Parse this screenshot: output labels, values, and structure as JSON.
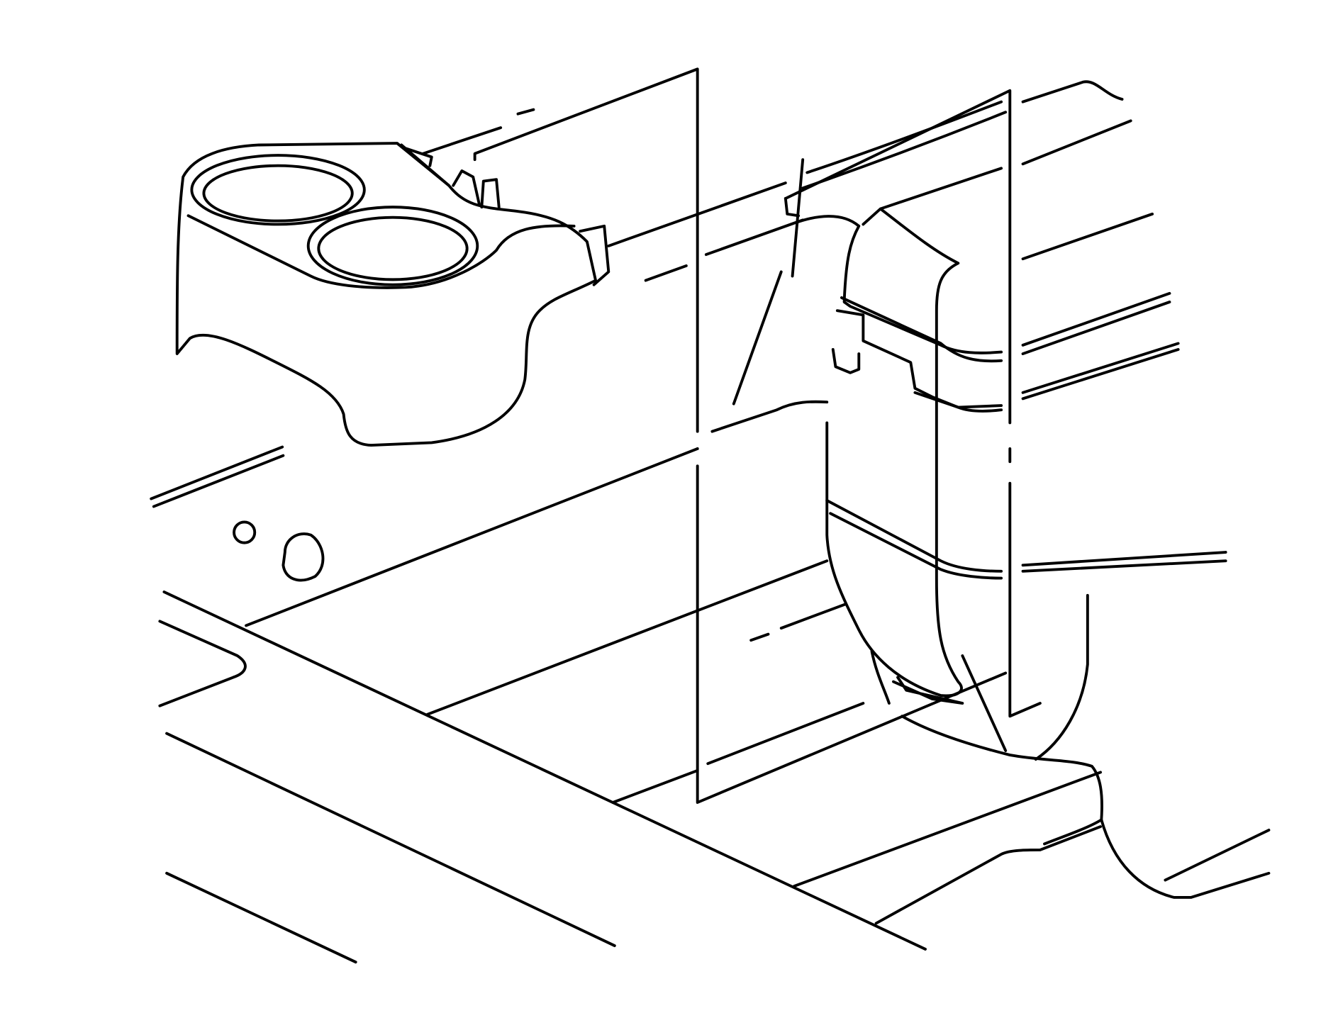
{
  "colors": {
    "line": "#000000",
    "background": "#ffffff"
  },
  "parts": [
    "cup-holder-console",
    "floor-panel",
    "seat-bracket",
    "trim-panel"
  ]
}
